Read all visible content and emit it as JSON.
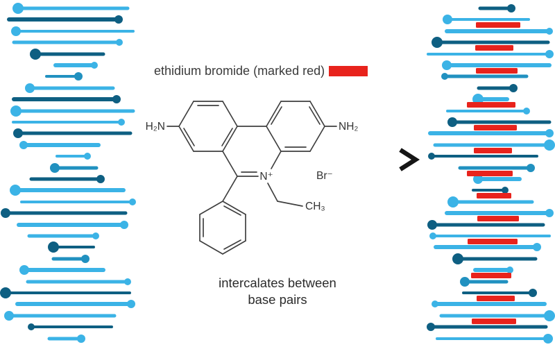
{
  "title": {
    "text": "ethidium bromide (marked red)"
  },
  "caption": {
    "line1": "intercalates between",
    "line2": "base pairs"
  },
  "molecule": {
    "amine_left": "H₂N",
    "amine_right": "NH₂",
    "nitrogen": "N⁺",
    "bromide": "Br⁻",
    "methyl": "CH₃"
  },
  "colors": {
    "light": "#3bb3e6",
    "dark": "#0e5f82",
    "mid": "#2191c0",
    "red": "#e8231c"
  },
  "helix_left": {
    "rungs": [
      [
        12,
        26,
        184,
        0,
        5,
        0,
        8
      ],
      [
        28,
        13,
        171,
        1,
        6,
        1,
        6
      ],
      [
        45,
        23,
        192,
        0,
        4,
        0,
        7
      ],
      [
        61,
        20,
        172,
        0,
        5,
        1,
        5
      ],
      [
        78,
        51,
        149,
        1,
        5,
        0,
        8
      ],
      [
        94,
        80,
        136,
        0,
        6,
        1,
        5
      ],
      [
        110,
        67,
        113,
        2,
        4,
        1,
        6
      ],
      [
        127,
        43,
        163,
        0,
        5,
        0,
        7
      ],
      [
        143,
        20,
        168,
        1,
        6,
        1,
        6
      ],
      [
        160,
        23,
        192,
        0,
        5,
        0,
        8
      ],
      [
        176,
        19,
        175,
        0,
        4,
        1,
        5
      ],
      [
        192,
        26,
        188,
        1,
        5,
        0,
        7
      ],
      [
        209,
        34,
        142,
        0,
        6,
        0,
        6
      ],
      [
        225,
        82,
        126,
        0,
        4,
        1,
        5
      ],
      [
        242,
        79,
        139,
        2,
        5,
        0,
        7
      ],
      [
        258,
        45,
        145,
        1,
        5,
        1,
        6
      ],
      [
        274,
        22,
        178,
        0,
        6,
        0,
        8
      ],
      [
        291,
        31,
        191,
        0,
        4,
        1,
        5
      ],
      [
        307,
        8,
        181,
        1,
        5,
        0,
        7
      ],
      [
        324,
        27,
        179,
        0,
        6,
        1,
        6
      ],
      [
        340,
        42,
        138,
        0,
        5,
        1,
        5
      ],
      [
        356,
        77,
        135,
        1,
        4,
        0,
        8
      ],
      [
        373,
        77,
        123,
        2,
        5,
        1,
        6
      ],
      [
        389,
        35,
        149,
        0,
        6,
        0,
        7
      ],
      [
        406,
        40,
        184,
        0,
        5,
        1,
        5
      ],
      [
        422,
        8,
        187,
        1,
        4,
        0,
        8
      ],
      [
        438,
        25,
        189,
        0,
        6,
        1,
        6
      ],
      [
        455,
        13,
        165,
        0,
        5,
        0,
        7
      ],
      [
        471,
        45,
        161,
        1,
        4,
        0,
        5
      ],
      [
        488,
        71,
        117,
        0,
        5,
        1,
        6
      ]
    ]
  },
  "helix_right": {
    "rungs": [
      [
        12,
        92,
        137,
        1,
        5,
        1,
        6
      ],
      [
        28,
        45,
        162,
        0,
        4,
        0,
        7
      ],
      [
        45,
        44,
        192,
        0,
        6,
        1,
        5
      ],
      [
        61,
        30,
        190,
        1,
        5,
        0,
        8
      ],
      [
        78,
        17,
        192,
        0,
        4,
        1,
        6
      ],
      [
        94,
        44,
        192,
        0,
        6,
        0,
        7
      ],
      [
        110,
        41,
        159,
        2,
        5,
        0,
        5
      ],
      [
        127,
        90,
        140,
        1,
        5,
        1,
        6
      ],
      [
        143,
        89,
        131,
        0,
        6,
        0,
        8
      ],
      [
        160,
        45,
        159,
        0,
        4,
        1,
        5
      ],
      [
        176,
        52,
        192,
        1,
        5,
        0,
        7
      ],
      [
        192,
        20,
        192,
        0,
        6,
        1,
        6
      ],
      [
        209,
        27,
        192,
        0,
        5,
        1,
        8
      ],
      [
        225,
        22,
        174,
        1,
        4,
        0,
        5
      ],
      [
        242,
        63,
        165,
        2,
        5,
        1,
        6
      ],
      [
        258,
        89,
        149,
        0,
        6,
        0,
        7
      ],
      [
        274,
        82,
        128,
        1,
        4,
        1,
        5
      ],
      [
        291,
        53,
        167,
        0,
        5,
        0,
        8
      ],
      [
        307,
        44,
        192,
        0,
        6,
        1,
        6
      ],
      [
        324,
        23,
        183,
        1,
        5,
        0,
        7
      ],
      [
        340,
        24,
        192,
        0,
        4,
        0,
        5
      ],
      [
        356,
        28,
        174,
        0,
        6,
        1,
        6
      ],
      [
        373,
        60,
        172,
        1,
        5,
        0,
        8
      ],
      [
        389,
        85,
        135,
        0,
        6,
        1,
        5
      ],
      [
        406,
        70,
        130,
        2,
        5,
        0,
        7
      ],
      [
        422,
        68,
        168,
        1,
        4,
        1,
        6
      ],
      [
        438,
        27,
        185,
        0,
        6,
        0,
        5
      ],
      [
        455,
        36,
        192,
        0,
        5,
        1,
        8
      ],
      [
        471,
        21,
        187,
        1,
        5,
        0,
        6
      ],
      [
        488,
        30,
        190,
        0,
        4,
        1,
        7
      ]
    ],
    "red_bars": [
      [
        36,
        86,
        64
      ],
      [
        69,
        85,
        55
      ],
      [
        102,
        86,
        60
      ],
      [
        151,
        73,
        70
      ],
      [
        184,
        83,
        62
      ],
      [
        217,
        83,
        55
      ],
      [
        250,
        73,
        66
      ],
      [
        282,
        87,
        50
      ],
      [
        315,
        88,
        60
      ],
      [
        348,
        74,
        72
      ],
      [
        397,
        79,
        58
      ],
      [
        430,
        87,
        55
      ],
      [
        463,
        80,
        64
      ]
    ]
  }
}
